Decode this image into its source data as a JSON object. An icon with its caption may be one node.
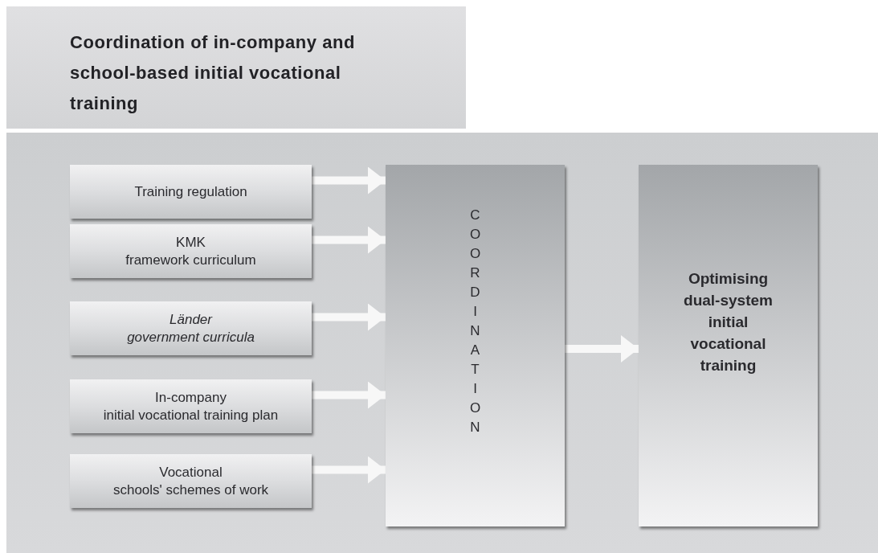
{
  "diagram": {
    "title": "Coordination of in-company and school-based initial vocational training",
    "nodes": [
      {
        "text": [
          "Training regulation"
        ]
      },
      {
        "text": [
          "KMK",
          "framework curriculum"
        ]
      },
      {
        "text": [
          "Länder",
          "government curricula"
        ]
      },
      {
        "text": [
          "In-company",
          "initial vocational training plan"
        ]
      },
      {
        "text": [
          "Vocational",
          "schools' schemes of work"
        ]
      },
      {
        "text": [
          "COORDINATION"
        ]
      },
      {
        "text": [
          "Optimising dual-system initial vocational training"
        ]
      }
    ],
    "edges": [
      {
        "from": 0,
        "to": 5,
        "arrow": "to"
      },
      {
        "from": 1,
        "to": 5,
        "arrow": "to"
      },
      {
        "from": 2,
        "to": 5,
        "arrow": "to"
      },
      {
        "from": 3,
        "to": 5,
        "arrow": "to"
      },
      {
        "from": 4,
        "to": 5,
        "arrow": "to"
      },
      {
        "from": 5,
        "to": 6,
        "arrow": "to"
      }
    ]
  }
}
